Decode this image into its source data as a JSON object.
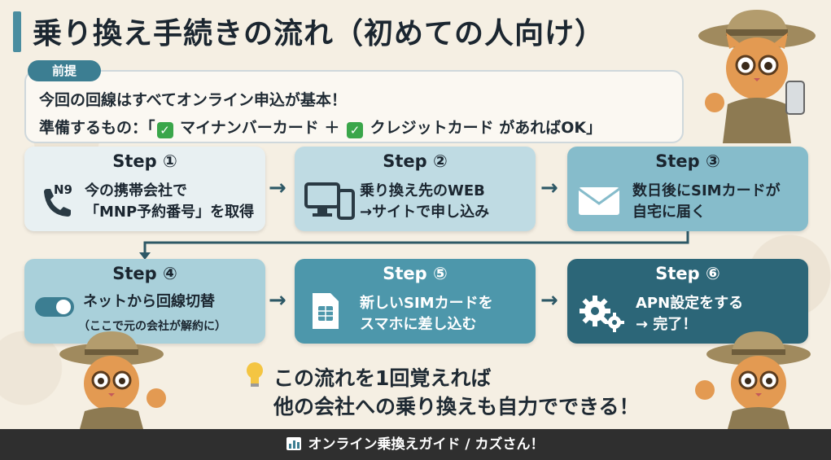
{
  "title": "乗り換え手続きの流れ（初めての人向け）",
  "premise": {
    "tag": "前提",
    "line1": "今回の回線はすべてオンライン申込が基本！",
    "line2_prefix": "準備するもの：「",
    "item1": "マイナンバーカード ＋",
    "item2": "クレジットカード",
    "line2_suffix": " があればOK」"
  },
  "steps": [
    {
      "label": "Step ①",
      "line1": "今の携帯会社で",
      "line2": "「MNP予約番号」を取得",
      "icon": "phone-icon"
    },
    {
      "label": "Step ②",
      "line1": "乗り換え先のWEB",
      "line2": "→サイトで申し込み",
      "icon": "devices-icon"
    },
    {
      "label": "Step ③",
      "line1": "数日後にSIMカードが",
      "line2": "自宅に届く",
      "icon": "envelope-icon"
    },
    {
      "label": "Step ④",
      "line1": "ネットから回線切替",
      "note": "（ここで元の会社が解約に）",
      "icon": "toggle-icon"
    },
    {
      "label": "Step ⑤",
      "line1": "新しいSIMカードを",
      "line2": "スマホに差し込む",
      "icon": "sim-card-icon"
    },
    {
      "label": "Step ⑥",
      "line1": "APN設定をする",
      "line2": "→ 完了！",
      "icon": "gear-icon"
    }
  ],
  "phone_badge": "N9",
  "conclusion": {
    "line1": "この流れを1回覚えれば",
    "line2": "他の会社への乗り換えも自力でできる！"
  },
  "footer": "オンライン乗換えガイド / カズさん！",
  "colors": {
    "accent": "#3c7e92",
    "step1": "#e8f0f2",
    "step2": "#bfdbe3",
    "step3": "#86bccb",
    "step4": "#a9d0da",
    "step5": "#4d97ab",
    "step6": "#2c6678"
  }
}
